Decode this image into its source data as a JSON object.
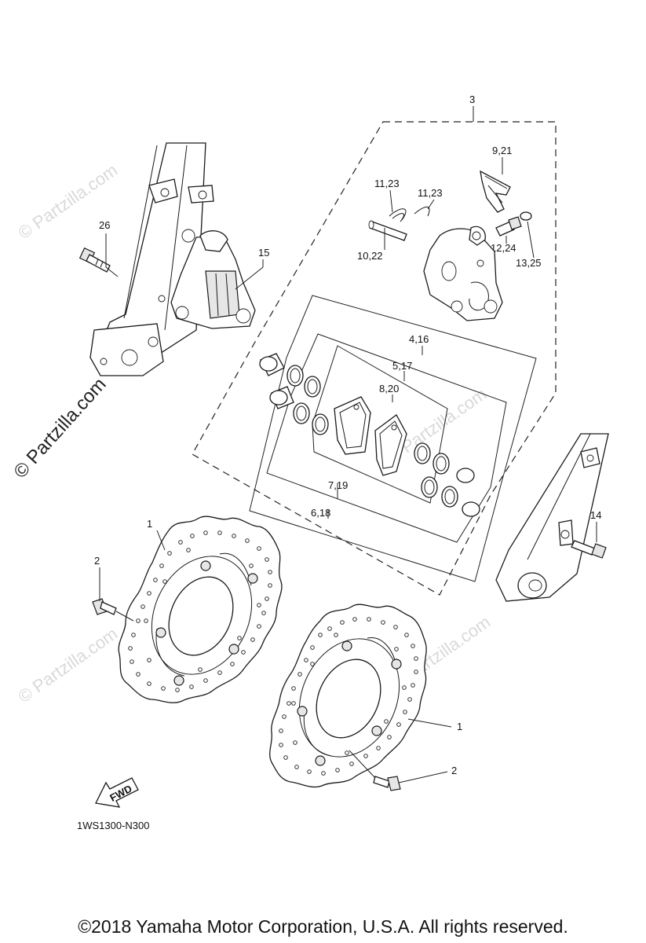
{
  "callouts": {
    "c3": "3",
    "c9_21": "9,21",
    "c11_23_a": "11,23",
    "c11_23_b": "11,23",
    "c26": "26",
    "c15": "15",
    "c12_24": "12,24",
    "c10_22": "10,22",
    "c13_25": "13,25",
    "c4_16": "4,16",
    "c5_17": "5,17",
    "c8_20": "8,20",
    "c7_19": "7,19",
    "c6_18": "6,18",
    "c14": "14",
    "c1_left": "1",
    "c2_left": "2",
    "c1_right": "1",
    "c2_right": "2"
  },
  "fwd_label": "FWD",
  "diagram_code": "1WS1300-N300",
  "watermark": "© Partzilla.com",
  "copyright": "©2018 Yamaha Motor Corporation, U.S.A. All rights reserved."
}
